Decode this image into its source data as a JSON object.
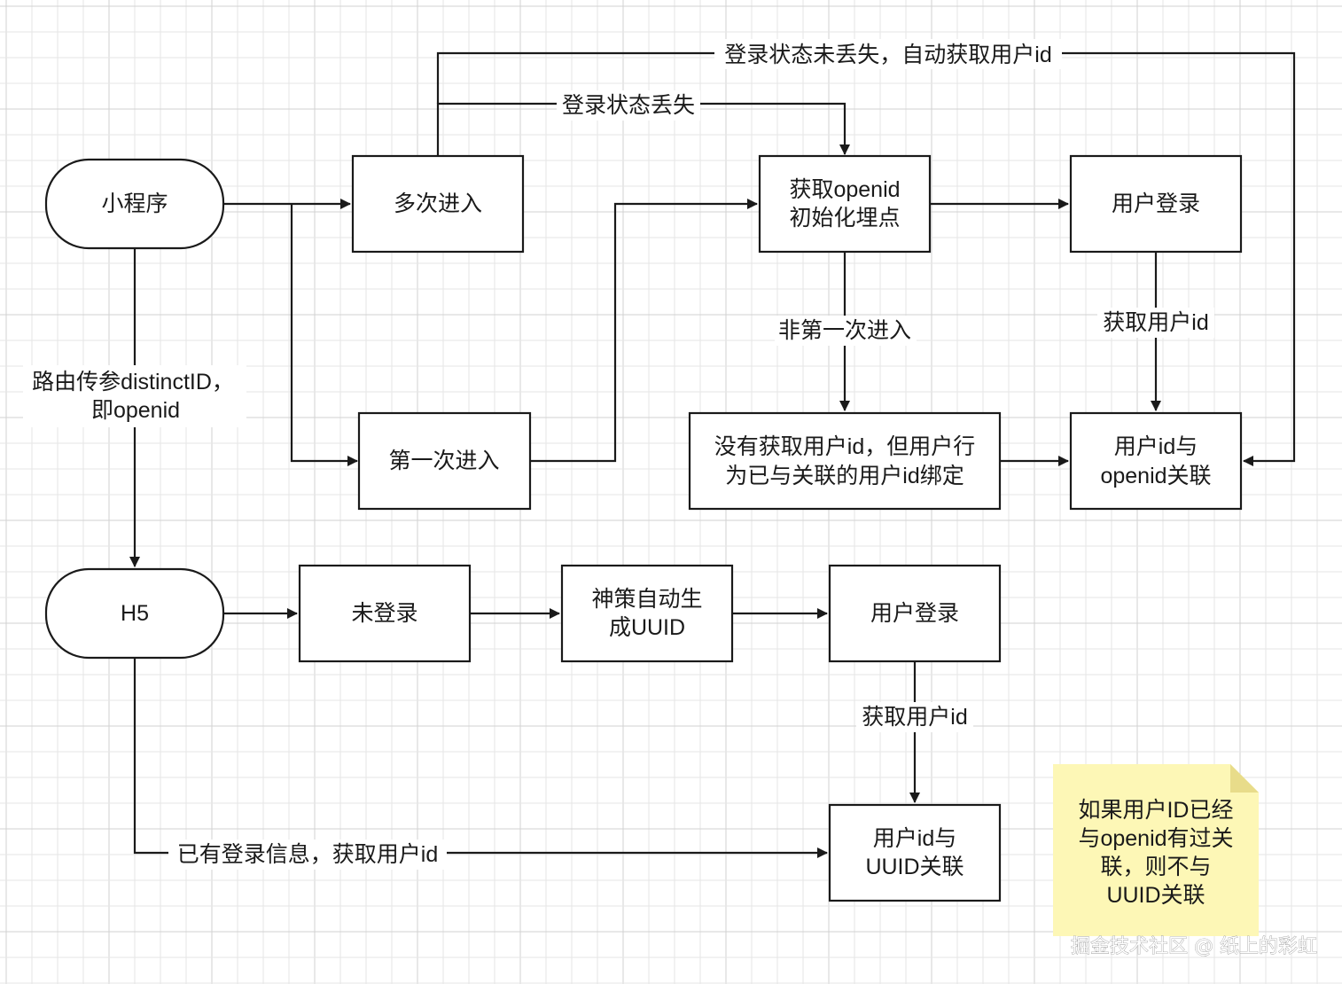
{
  "nodes": {
    "mini": "小程序",
    "multi_entry": "多次进入",
    "first_entry": "第一次进入",
    "get_openid": [
      "获取openid",
      "初始化埋点"
    ],
    "user_login_top": "用户登录",
    "bound_user": [
      "没有获取用户id，但用户行",
      "为已与关联的用户id绑定"
    ],
    "assoc_openid": [
      "用户id与",
      "openid关联"
    ],
    "h5": "H5",
    "not_logged": "未登录",
    "gen_uuid": [
      "神策自动生",
      "成UUID"
    ],
    "user_login_bottom": "用户登录",
    "assoc_uuid": [
      "用户id与",
      "UUID关联"
    ]
  },
  "edge_labels": {
    "not_lost": "登录状态未丢失，自动获取用户id",
    "lost": "登录状态丢失",
    "route_param": [
      "路由传参distinctID，",
      "即openid"
    ],
    "not_first": "非第一次进入",
    "get_uid_top": "获取用户id",
    "get_uid_bottom": "获取用户id",
    "has_login": "已有登录信息，获取用户id"
  },
  "note": [
    "如果用户ID已经",
    "与openid有过关",
    "联，则不与",
    "UUID关联"
  ],
  "watermark": "掘金技术社区 @ 纸上的彩虹",
  "colors": {
    "note_fill": "#fdf7b6",
    "note_fold": "#e8dc8a",
    "stroke": "#1a1a1a",
    "grid": "#e6e6e6"
  }
}
